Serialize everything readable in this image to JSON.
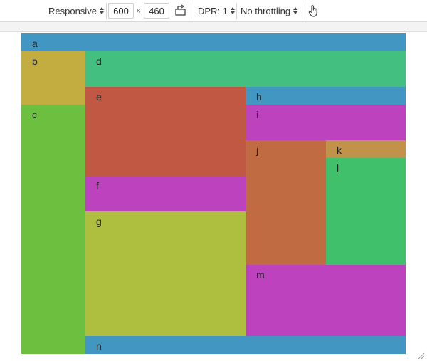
{
  "toolbar": {
    "device_mode": "Responsive",
    "width": "600",
    "times": "×",
    "height": "460",
    "dpr": "DPR: 1",
    "throttling": "No throttling",
    "rotate_icon": "rotate-icon",
    "touch_icon": "hand-pointer-icon"
  },
  "treemap": {
    "cells": {
      "a": {
        "label": "a",
        "color": "#4196c2"
      },
      "b": {
        "label": "b",
        "color": "#c3ad40"
      },
      "c": {
        "label": "c",
        "color": "#6dbf40"
      },
      "d": {
        "label": "d",
        "color": "#43c07f"
      },
      "e": {
        "label": "e",
        "color": "#c15843"
      },
      "f": {
        "label": "f",
        "color": "#bd42be"
      },
      "g": {
        "label": "g",
        "color": "#aebf40"
      },
      "h": {
        "label": "h",
        "color": "#4196c2"
      },
      "i": {
        "label": "i",
        "color": "#bd42be"
      },
      "j": {
        "label": "j",
        "color": "#c16b43"
      },
      "k": {
        "label": "k",
        "color": "#c3924a"
      },
      "l": {
        "label": "l",
        "color": "#41c06c"
      },
      "m": {
        "label": "m",
        "color": "#bd42be"
      },
      "n": {
        "label": "n",
        "color": "#4196c2"
      }
    }
  }
}
